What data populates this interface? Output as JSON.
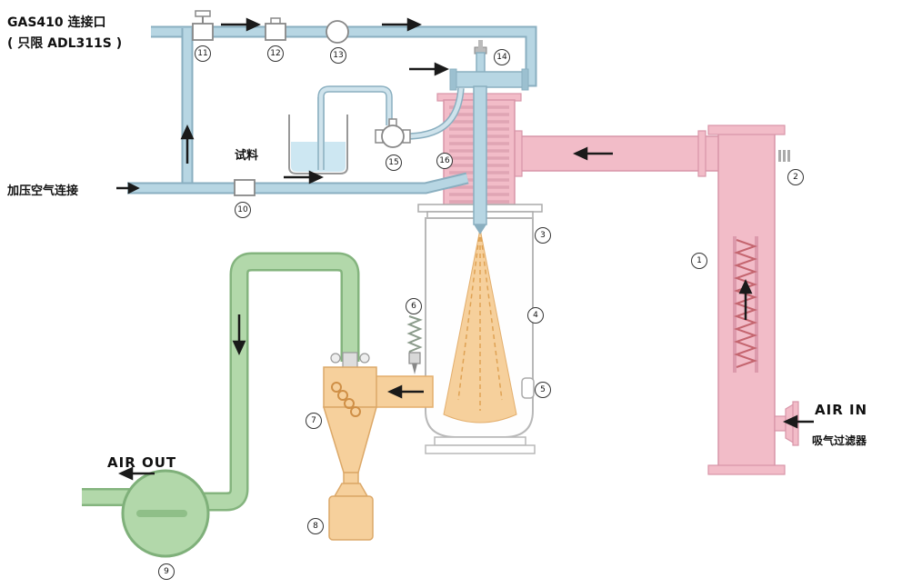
{
  "labels": {
    "gas410_line1": "GAS410 连接口",
    "gas410_line2": "( 只限 ADL311S )",
    "pressurized_air": "加压空气连接",
    "sample": "试料",
    "air_in": "AIR IN",
    "intake_filter": "吸气过滤器",
    "air_out": "AIR OUT"
  },
  "markers": [
    "1",
    "2",
    "3",
    "4",
    "5",
    "6",
    "7",
    "8",
    "9",
    "10",
    "11",
    "12",
    "13",
    "14",
    "15",
    "16"
  ],
  "colors": {
    "blue_pipe": "#b7d6e3",
    "blue_outline": "#8aafc0",
    "pink_duct": "#f2bcc8",
    "pink_outline": "#d895a8",
    "orange_chamber": "#f6d09c",
    "orange_outline": "#e0a85c",
    "green_exhaust": "#b2d8aa",
    "green_outline": "#84b47e"
  }
}
